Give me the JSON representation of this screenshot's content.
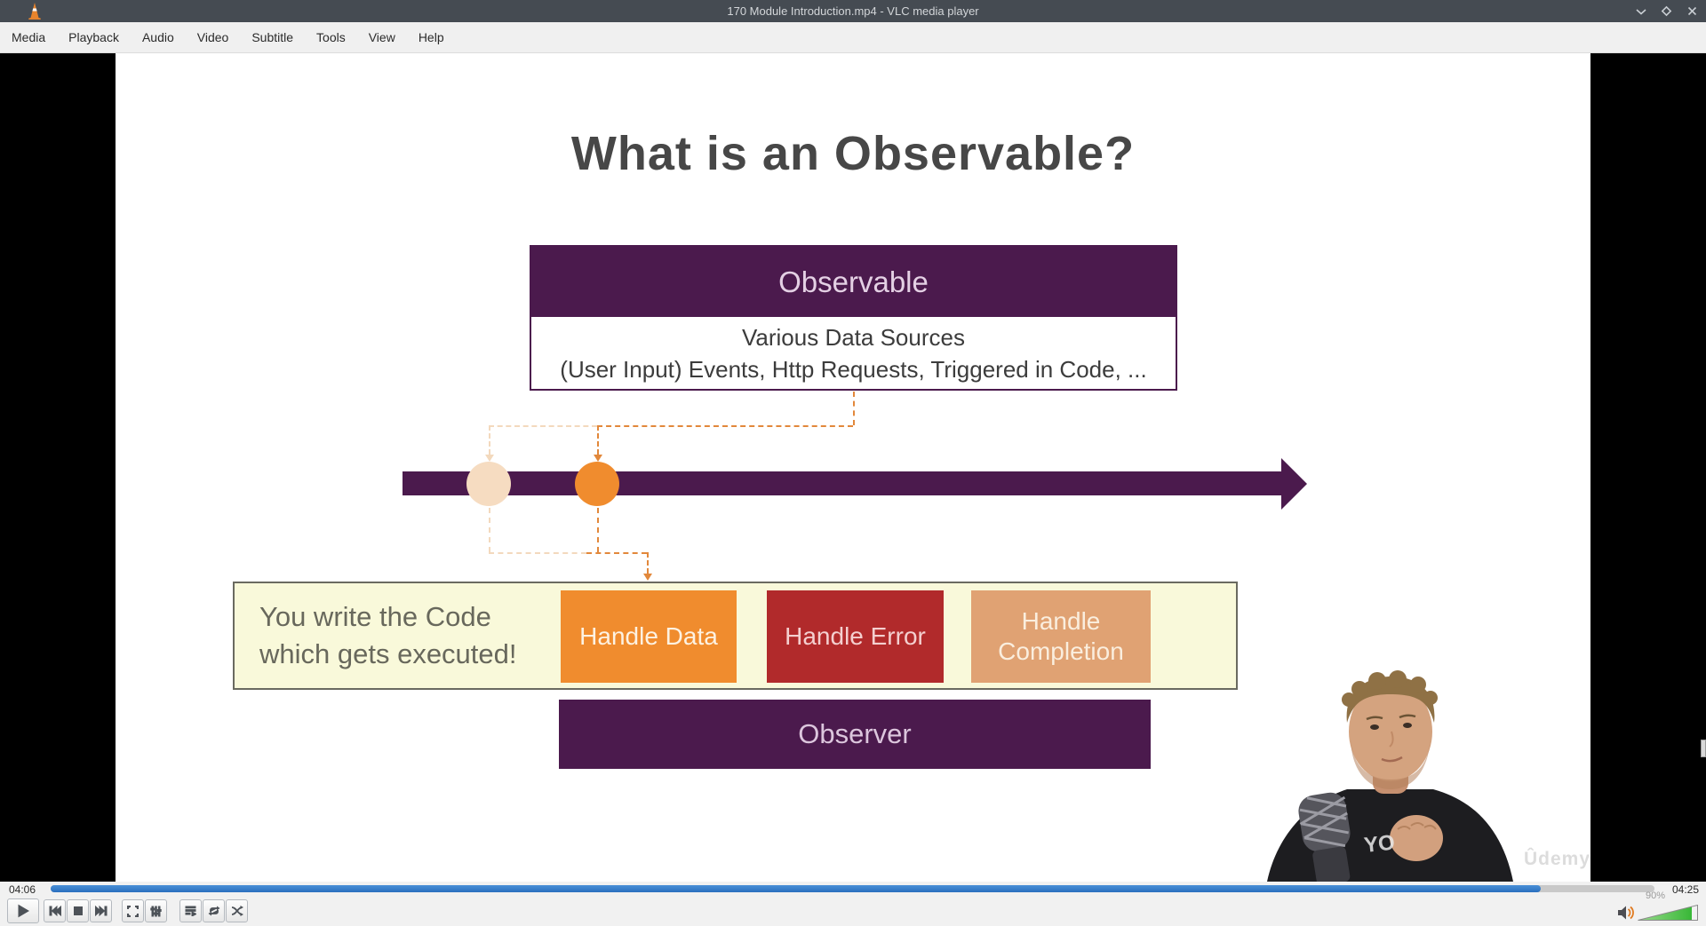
{
  "window": {
    "title": "170 Module Introduction.mp4 - VLC media player",
    "icons": {
      "app": "vlc-cone",
      "minimize": "chevron-down",
      "maximize": "diamond",
      "close": "x"
    }
  },
  "menu": {
    "items": [
      "Media",
      "Playback",
      "Audio",
      "Video",
      "Subtitle",
      "Tools",
      "View",
      "Help"
    ]
  },
  "slide": {
    "title": "What is an Observable?",
    "observable": {
      "header": "Observable",
      "subtitle_line1": "Various Data Sources",
      "subtitle_line2": "(User Input) Events, Http Requests, Triggered in Code, ..."
    },
    "code_note": {
      "line1": "You write the Code",
      "line2": "which gets executed!"
    },
    "handlers": [
      {
        "label": "Handle Data",
        "color": "#f08c2e"
      },
      {
        "label": "Handle Error",
        "color": "#b12a2b"
      },
      {
        "label": "Handle Completion",
        "color": "#e0a273"
      }
    ],
    "observer": {
      "label": "Observer"
    },
    "watermark": "Ûdemy",
    "colors": {
      "purple": "#4b1a4d",
      "bright_orange": "#f08c2e",
      "faded_orange": "#f6dcc1",
      "dashed_orange": "#e2883b",
      "yellow_note_bg": "#f9f9da"
    }
  },
  "transport": {
    "elapsed": "04:06",
    "duration": "04:25",
    "progress_width": "92.9%",
    "volume_label": "90%",
    "volume_width": "90%",
    "button_icons": [
      "play",
      "previous",
      "stop",
      "next",
      "fullscreen",
      "extended-settings",
      "playlist",
      "loop",
      "random"
    ],
    "seek_color": "#2f7bc9",
    "volume_color": "#2db32d"
  }
}
